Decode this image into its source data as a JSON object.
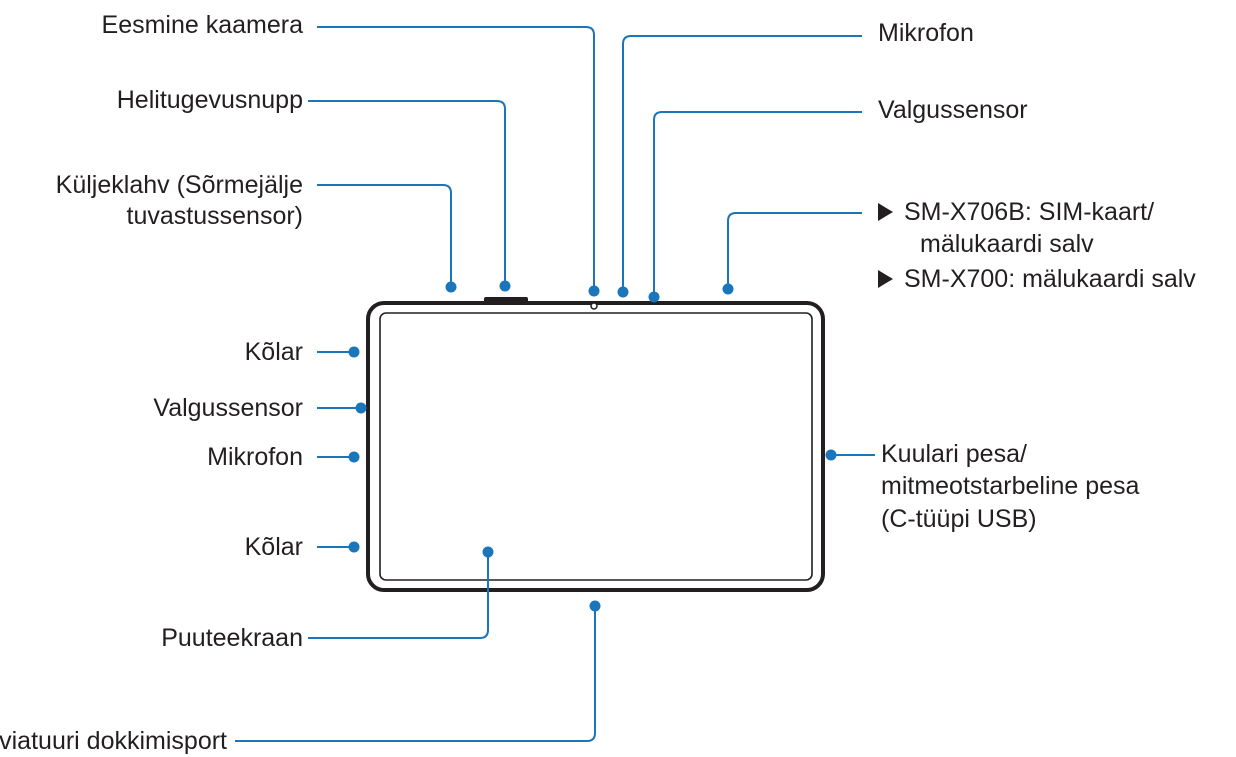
{
  "accent_color": "#1a75bb",
  "device_color": "#231f20",
  "labels": {
    "front_camera": "Eesmine kaamera",
    "volume_key": "Helitugevusnupp",
    "side_key_line1": "Küljeklahv (Sõrmejälje",
    "side_key_line2": "tuvastussensor)",
    "speaker_top": "Kõlar",
    "light_sensor_left": "Valgussensor",
    "mic_left": "Mikrofon",
    "speaker_bottom": "Kõlar",
    "touchscreen": "Puuteekraan",
    "keyboard_port": "Klaviatuuri dokkimisport",
    "mic_top": "Mikrofon",
    "light_sensor_top": "Valgussensor",
    "sim_tray_line1": "SM-X706B: SIM-kaart/",
    "sim_tray_line2": "mälukaardi salv",
    "sd_tray": "SM-X700: mälukaardi salv",
    "headset_line1": "Kuulari pesa/",
    "headset_line2": "mitmeotstarbeline pesa",
    "headset_line3": "(C-tüüpi USB)"
  },
  "icons": {
    "bullet": "triangle-right-icon",
    "camera": "camera-lens-icon"
  }
}
